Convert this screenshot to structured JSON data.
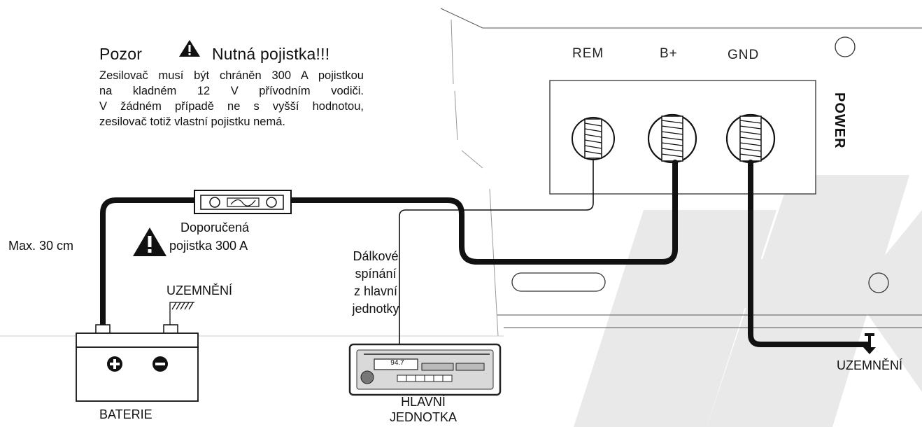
{
  "warning": {
    "title_left": "Pozor",
    "title_right": "Nutná pojistka!!!",
    "body_lines": [
      "Zesilovač musí být chráněn 300 A pojistkou",
      "na kladném 12 V přívodním vodiči.",
      "V žádném případě ne s vyšší hodnotou,",
      "zesilovač totiž vlastní pojistku nemá."
    ]
  },
  "amplifier": {
    "terminals": [
      "REM",
      "B+",
      "GND"
    ],
    "panel_label": "POWER"
  },
  "labels": {
    "max_length": "Max. 30 cm",
    "fuse": [
      "Doporučená",
      "pojistka 300 A"
    ],
    "remote": [
      "Dálkové",
      "spínání",
      "z hlavní",
      "jednotky"
    ],
    "ground_battery": "UZEMNĚNÍ",
    "ground_amp": "UZEMNĚNÍ",
    "battery": "BATERIE",
    "head_unit": [
      "HLAVNÍ",
      "JEDNOTKA"
    ]
  },
  "head_unit_display": "94.7",
  "icons": [
    "warning-triangle-icon",
    "ground-symbol-icon",
    "plus-icon",
    "minus-icon",
    "fuse-icon"
  ]
}
